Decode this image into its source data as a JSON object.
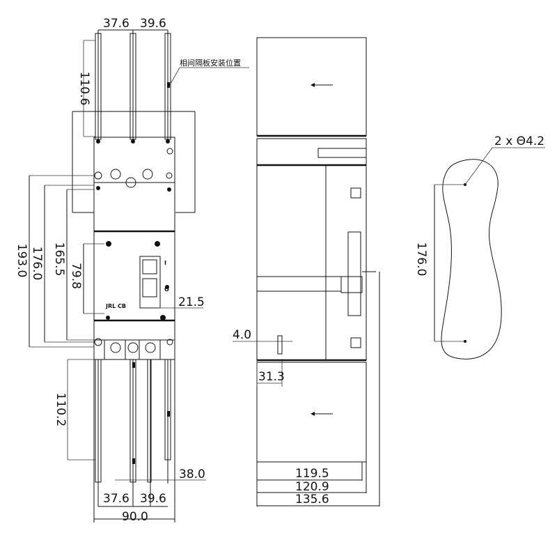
{
  "front_view": {
    "dims": {
      "top_pitch_left": "37.6",
      "top_pitch_right": "39.6",
      "top_height": "110.6",
      "height_193": "193.0",
      "height_176": "176.0",
      "height_165": "165.5",
      "handle_height": "79.8",
      "handle_offset": "21.5",
      "bottom_height": "110.2",
      "bottom_offset": "38.0",
      "bottom_pitch_left": "37.6",
      "bottom_pitch_right": "39.6",
      "total_width": "90.0"
    },
    "phase_separator_note": "相间隔板安装位置",
    "nameplate_text": "JRL CB",
    "handle_marks": [
      "I",
      "O"
    ]
  },
  "side_view": {
    "dims": {
      "depth_1": "119.5",
      "depth_2": "120.9",
      "depth_3": "135.6",
      "clearance": "4.0",
      "offset": "31.3"
    }
  },
  "mounting_view": {
    "hole_note": "2 x Θ4.2",
    "hole_spacing": "176.0"
  }
}
